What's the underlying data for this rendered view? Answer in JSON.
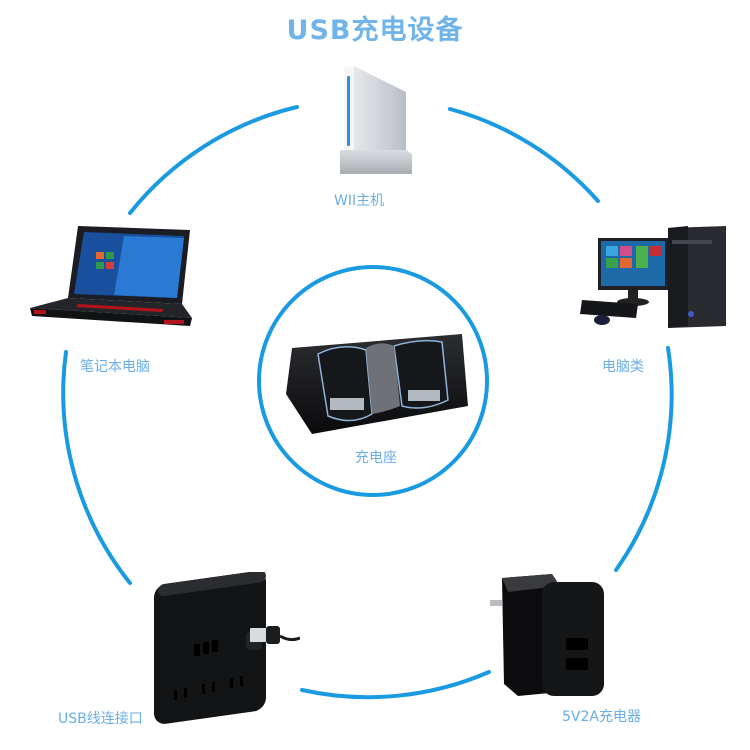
{
  "title": "USB充电设备",
  "colors": {
    "accent": "#1a9ae0",
    "label": "#6aaee5",
    "title": "#70b4ea"
  },
  "nodes": [
    {
      "id": "wii",
      "label": "WII主机",
      "icon": "wii-console-icon"
    },
    {
      "id": "desktop",
      "label": "电脑类",
      "icon": "desktop-computer-icon"
    },
    {
      "id": "charger",
      "label": "5V2A充电器",
      "icon": "wall-charger-icon"
    },
    {
      "id": "power-strip",
      "label": "USB线连接口",
      "icon": "usb-power-strip-icon"
    },
    {
      "id": "laptop",
      "label": "笔记本电脑",
      "icon": "laptop-icon"
    }
  ],
  "center": {
    "label": "充电座",
    "icon": "charging-dock-icon"
  }
}
